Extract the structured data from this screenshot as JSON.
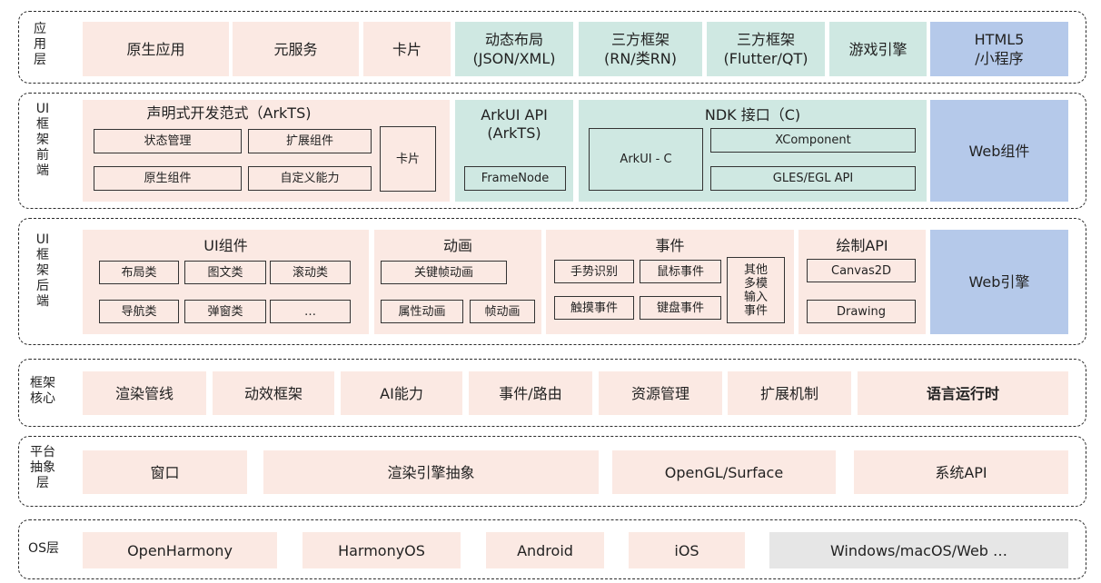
{
  "layers": {
    "app": {
      "side": "应\n用\n层",
      "items": [
        "原生应用",
        "元服务",
        "卡片",
        "动态布局\n(JSON/XML)",
        "三方框架\n(RN/类RN)",
        "三方框架\n(Flutter/QT)",
        "游戏引擎",
        "HTML5\n/小程序"
      ]
    },
    "front": {
      "side": "UI\n框\n架\n前\n端",
      "declarative": {
        "title": "声明式开发范式（ArkTS)",
        "subs": [
          "状态管理",
          "扩展组件",
          "原生组件",
          "自定义能力",
          "卡片"
        ]
      },
      "arkui_api": {
        "title": "ArkUI API\n(ArkTS)",
        "sub": "FrameNode"
      },
      "ndk": {
        "title": "NDK 接口（C)",
        "subs": [
          "ArkUI - C",
          "XComponent",
          "GLES/EGL API"
        ]
      },
      "web": "Web组件"
    },
    "back": {
      "side": "UI\n框\n架\n后\n端",
      "components": {
        "title": "UI组件",
        "subs": [
          "布局类",
          "图文类",
          "滚动类",
          "导航类",
          "弹窗类",
          "…"
        ]
      },
      "animation": {
        "title": "动画",
        "subs": [
          "关键帧动画",
          "属性动画",
          "帧动画"
        ]
      },
      "events": {
        "title": "事件",
        "subs": [
          "手势识别",
          "鼠标事件",
          "触摸事件",
          "键盘事件",
          "其他\n多模\n输入\n事件"
        ]
      },
      "drawing": {
        "title": "绘制API",
        "subs": [
          "Canvas2D",
          "Drawing"
        ]
      },
      "web": "Web引擎"
    },
    "core": {
      "side": "框架\n核心",
      "items": [
        "渲染管线",
        "动效框架",
        "AI能力",
        "事件/路由",
        "资源管理",
        "扩展机制",
        "语言运行时"
      ]
    },
    "platform": {
      "side": "平台\n抽象\n层",
      "items": [
        "窗口",
        "渲染引擎抽象",
        "OpenGL/Surface",
        "系统API"
      ]
    },
    "os": {
      "side": "OS层",
      "items": [
        "OpenHarmony",
        "HarmonyOS",
        "Android",
        "iOS",
        "Windows/macOS/Web …"
      ]
    }
  }
}
